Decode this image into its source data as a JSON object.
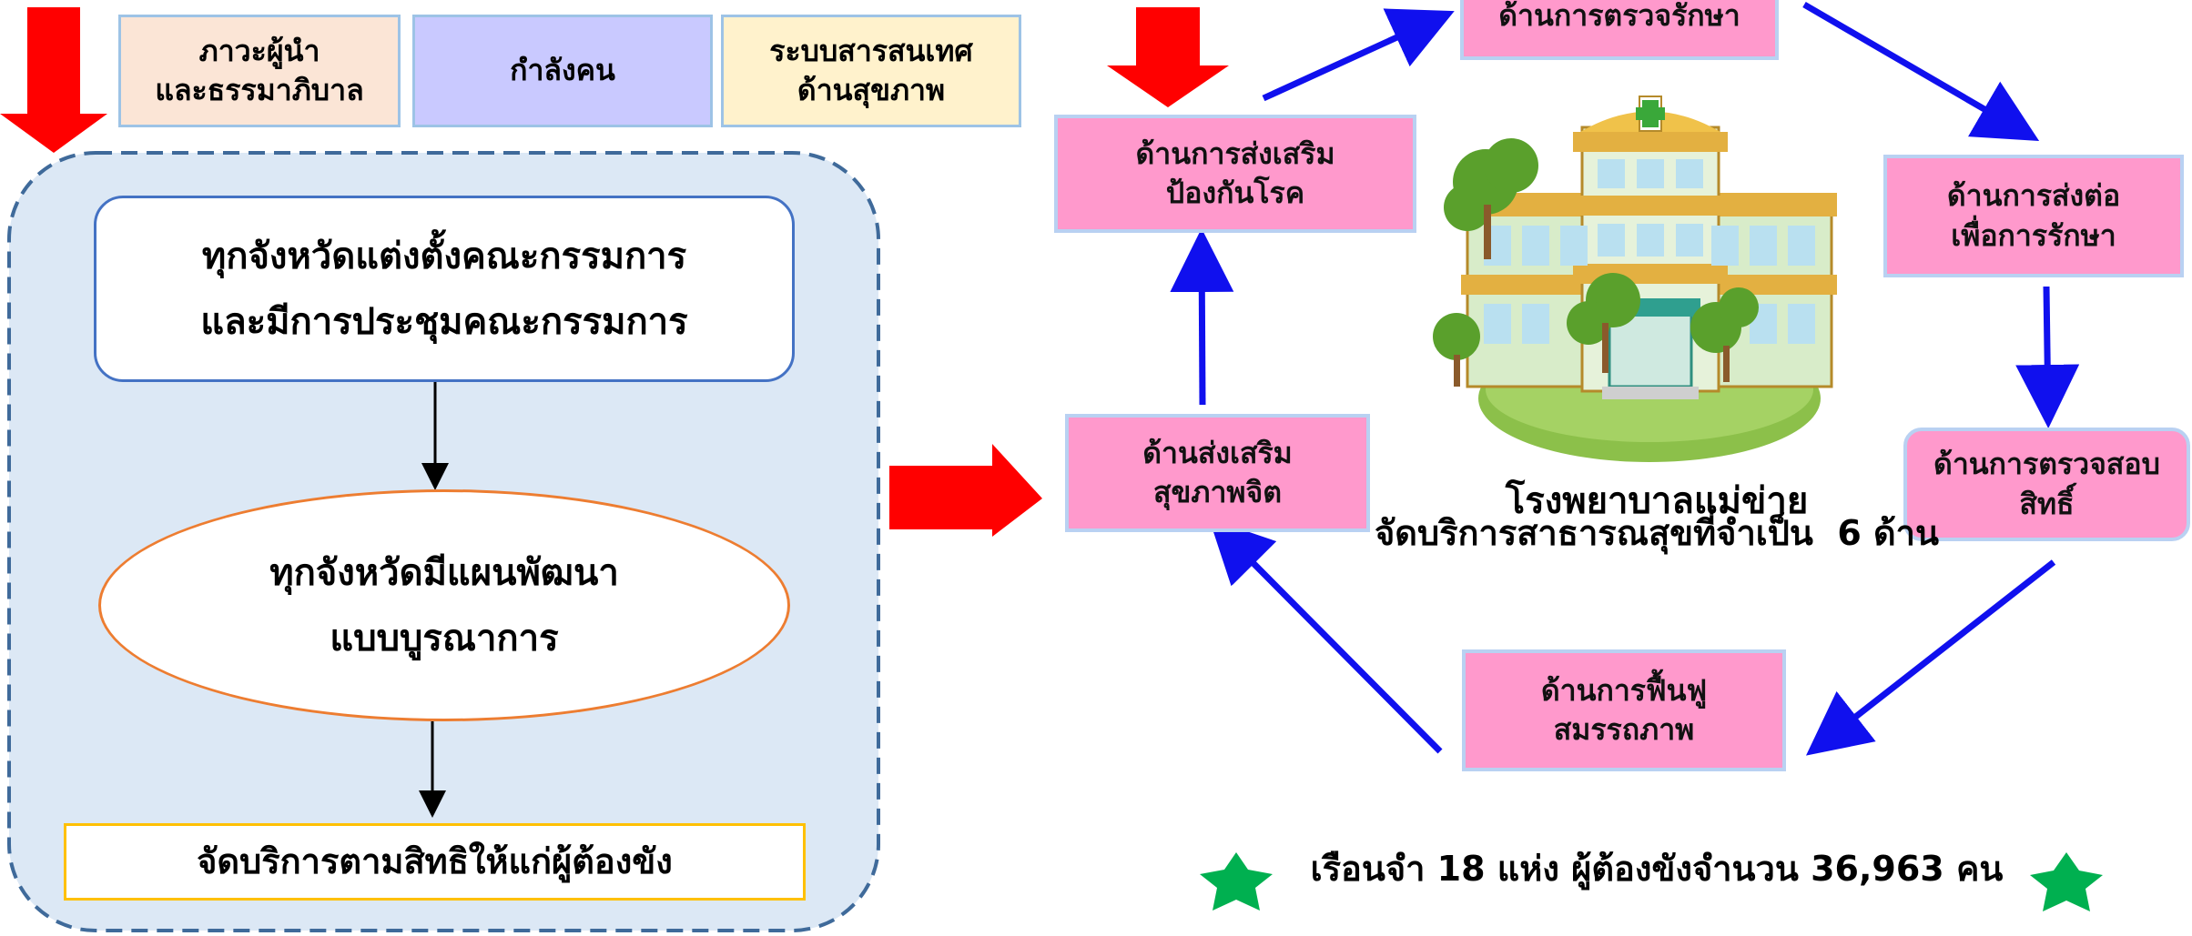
{
  "top_boxes": [
    {
      "lines": [
        "ภาวะผู้นำ",
        "และธรรมาภิบาล"
      ],
      "color": "#fbe5d6"
    },
    {
      "lines": [
        "กำลังคน"
      ],
      "color": "#c9c9ff"
    },
    {
      "lines": [
        "ระบบสารสนเทศ",
        "ด้านสุขภาพ"
      ],
      "color": "#fff2cc"
    }
  ],
  "flow": {
    "committee": [
      "ทุกจังหวัดแต่งตั้งคณะกรรมการ",
      "และมีการประชุมคณะกรรมการ"
    ],
    "plan": [
      "ทุกจังหวัดมีแผนพัฒนา",
      "แบบบูรณาการ"
    ],
    "service": "จัดบริการตามสิทธิให้แก่ผู้ต้องขัง"
  },
  "cycle": {
    "treatment": [
      "ด้านการตรวจรักษา"
    ],
    "promotion": [
      "ด้านการส่งเสริม",
      "ป้องกันโรค"
    ],
    "referral": [
      "ด้านการส่งต่อ",
      "เพื่อการรักษา"
    ],
    "mental": [
      "ด้านส่งเสริม",
      "สุขภาพจิต"
    ],
    "rights": [
      "ด้านการตรวจสอบ",
      "สิทธิ์"
    ],
    "rehab": [
      "ด้านการฟื้นฟู",
      "สมรรถภาพ"
    ]
  },
  "hospital": {
    "title": "โรงพยาบาลแม่ข่าย",
    "subtitle": "จัดบริการสาธารณสุขที่จำเป็น  6 ด้าน"
  },
  "footer": "เรือนจำ 18 แห่ง ผู้ต้องขังจำนวน 36,963 คน",
  "colors": {
    "red_arrow": "#ff0000",
    "blue_arrow": "#1010ee",
    "panel_fill": "#dce8f5",
    "panel_border": "#3f6a9a",
    "pink_box": "#ff99cc",
    "star": "#00b050"
  },
  "icons": [
    "hospital-illustration",
    "green-star-icon",
    "red-arrow-down-icon",
    "red-arrow-right-icon"
  ]
}
